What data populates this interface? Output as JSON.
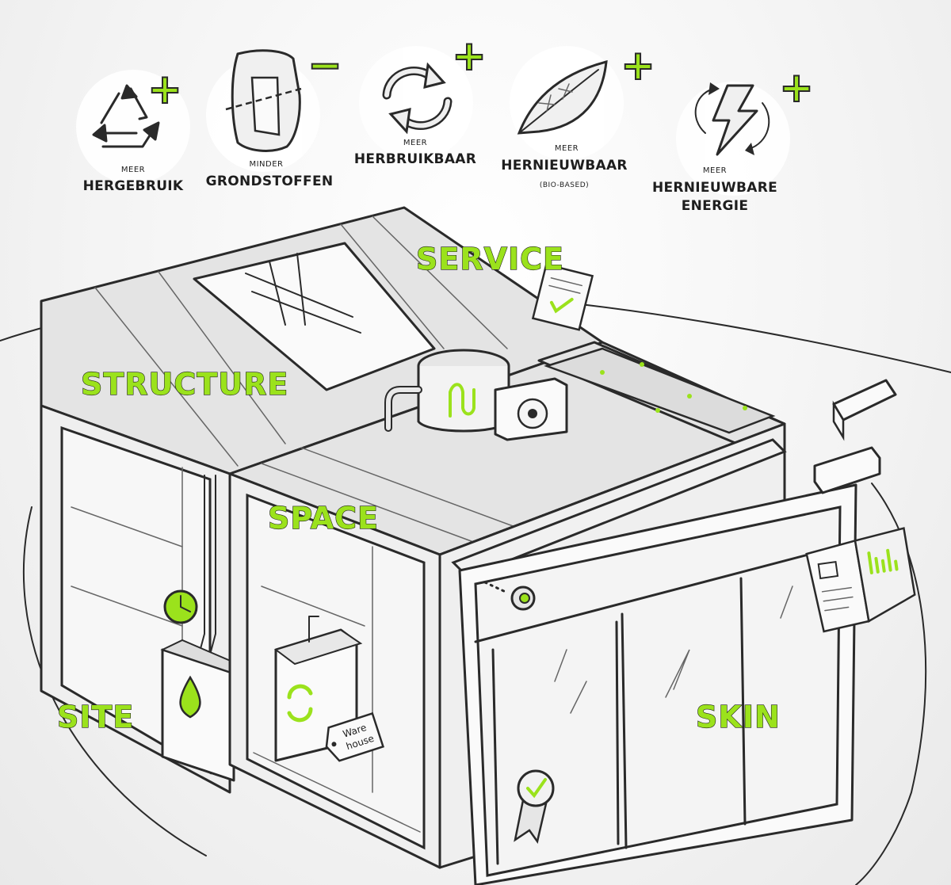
{
  "colors": {
    "accent": "#9be21c",
    "ink": "#2a2a2a",
    "background": "#f2f2f2"
  },
  "principles": [
    {
      "icon": "recycle-icon",
      "sign": "+",
      "small": "MEER",
      "large": [
        "HERGEBRUIK"
      ]
    },
    {
      "icon": "raw-materials-icon",
      "sign": "−",
      "small": "MINDER",
      "large": [
        "GRONDSTOFFEN"
      ]
    },
    {
      "icon": "reuse-cycle-icon",
      "sign": "+",
      "small": "MEER",
      "large": [
        "HERBRUIKBAAR"
      ]
    },
    {
      "icon": "leaf-icon",
      "sign": "+",
      "small": "MEER",
      "large": [
        "HERNIEUWBAAR"
      ],
      "note": "(BIO-BASED)"
    },
    {
      "icon": "renewable-energy-icon",
      "sign": "+",
      "small": "MEER",
      "large": [
        "HERNIEUWBARE",
        "ENERGIE"
      ]
    }
  ],
  "layers": {
    "service": "SERVICE",
    "structure": "STRUCTURE",
    "space": "SPACE",
    "site": "SITE",
    "skin": "SKIN"
  },
  "tag": {
    "line1": "Ware",
    "line2": "house"
  }
}
